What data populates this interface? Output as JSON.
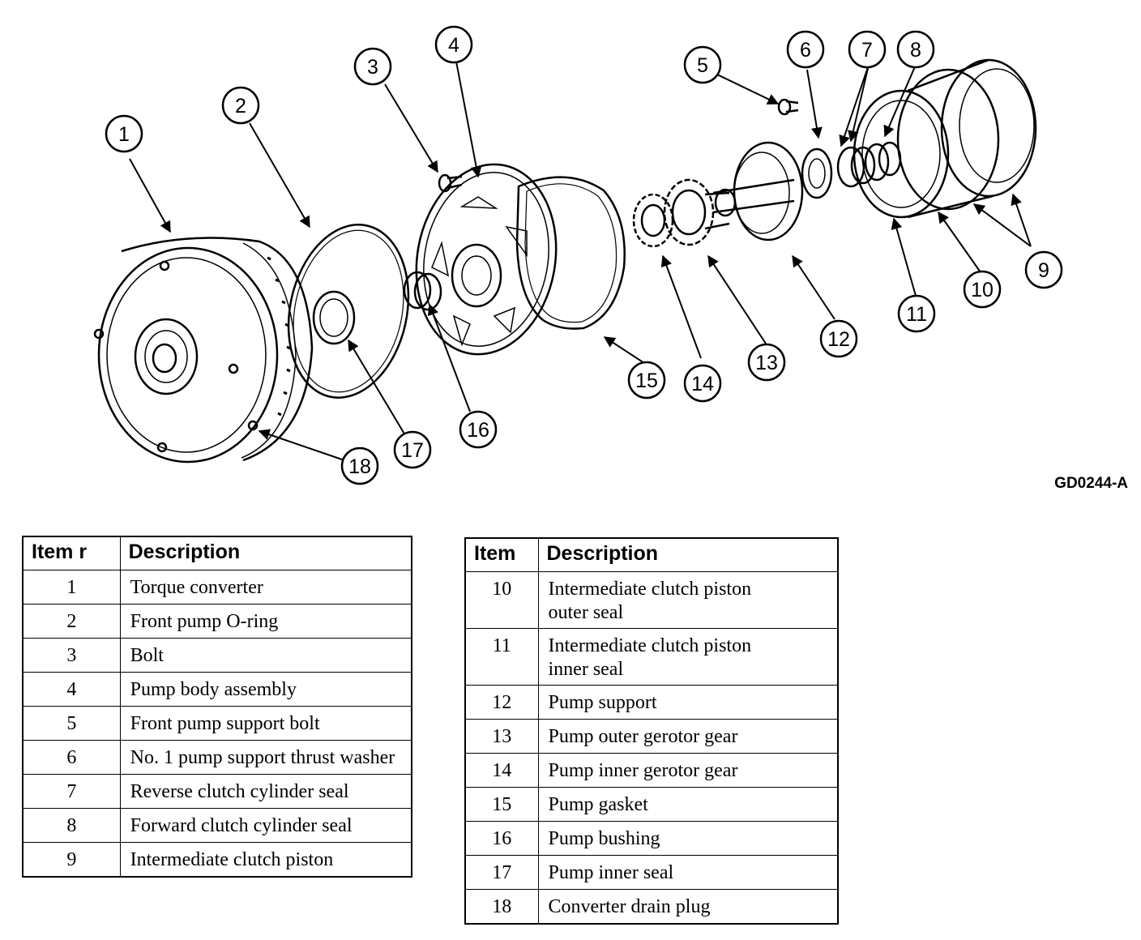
{
  "figure_id": "GD0244-A",
  "callouts": [
    "1",
    "2",
    "3",
    "4",
    "5",
    "6",
    "7",
    "8",
    "9",
    "10",
    "11",
    "12",
    "13",
    "14",
    "15",
    "16",
    "17",
    "18"
  ],
  "table_left": {
    "headers": [
      "Item r",
      "Description"
    ],
    "rows": [
      {
        "item": "1",
        "description": "Torque converter"
      },
      {
        "item": "2",
        "description": "Front pump O-ring"
      },
      {
        "item": "3",
        "description": "Bolt"
      },
      {
        "item": "4",
        "description": "Pump body assembly"
      },
      {
        "item": "5",
        "description": "Front pump support bolt"
      },
      {
        "item": "6",
        "description": "No. 1 pump support thrust washer"
      },
      {
        "item": "7",
        "description": "Reverse clutch cylinder seal"
      },
      {
        "item": "8",
        "description": "Forward clutch cylinder seal"
      },
      {
        "item": "9",
        "description": "Intermediate clutch piston"
      }
    ]
  },
  "table_right": {
    "headers": [
      "Item",
      "Description"
    ],
    "rows": [
      {
        "item": "10",
        "description": "Intermediate clutch piston outer seal"
      },
      {
        "item": "11",
        "description": "Intermediate clutch piston inner seal"
      },
      {
        "item": "12",
        "description": "Pump support"
      },
      {
        "item": "13",
        "description": "Pump outer gerotor gear"
      },
      {
        "item": "14",
        "description": "Pump inner gerotor gear"
      },
      {
        "item": "15",
        "description": "Pump gasket"
      },
      {
        "item": "16",
        "description": "Pump bushing"
      },
      {
        "item": "17",
        "description": "Pump inner seal"
      },
      {
        "item": "18",
        "description": "Converter drain plug"
      }
    ]
  }
}
